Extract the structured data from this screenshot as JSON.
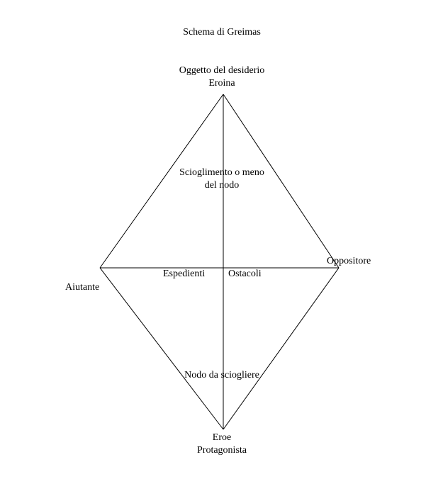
{
  "diagram": {
    "title": "Schema di Greimas",
    "top_label": {
      "line1": "Oggetto del desiderio",
      "line2": "Eroina"
    },
    "upper_inner_label": {
      "line1": "Scioglimento o meno",
      "line2": "del nodo"
    },
    "left_label": "Aiutante",
    "right_label": "Oppositore",
    "middle_left_label": "Espedienti",
    "middle_right_label": "Ostacoli",
    "lower_inner_label": "Nodo da sciogliere",
    "bottom_label": {
      "line1": "Eroe",
      "line2": "Protagonista"
    },
    "line_color": "#000000",
    "background_color": "#ffffff"
  }
}
